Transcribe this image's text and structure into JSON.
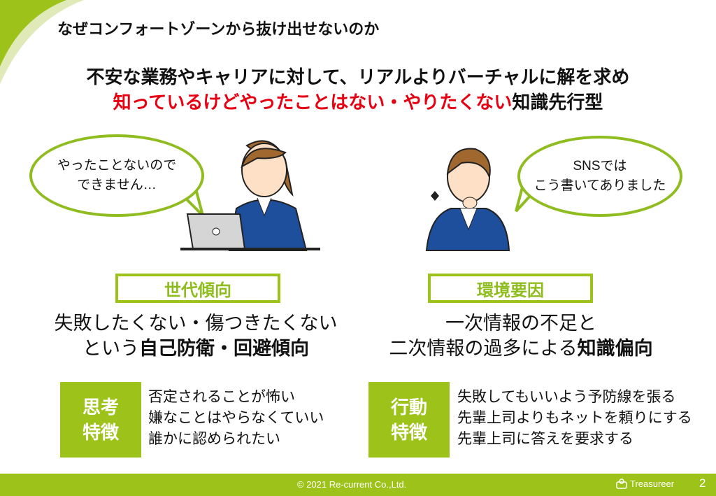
{
  "title": "なぜコンフォートゾーンから抜け出せないのか",
  "heading": {
    "line1": "不安な業務やキャリアに対して、リアルよりバーチャルに解を求め",
    "line2_red": "知っているけどやったことはない・やりたくない",
    "line2_black": "知識先行型"
  },
  "left": {
    "bubble": [
      "やったことないので",
      "できません…"
    ],
    "label": "世代傾向",
    "desc_line1": "失敗したくない・傷つきたくない",
    "desc_line2_plain": "という",
    "desc_line2_bold": "自己防衛・回避傾向",
    "badge": [
      "思考",
      "特徴"
    ],
    "items": [
      "否定されることが怖い",
      "嫌なことはやらなくていい",
      "誰かに認められたい"
    ]
  },
  "right": {
    "bubble": [
      "SNSでは",
      "こう書いてありました"
    ],
    "label": "環境要因",
    "desc_line1": "一次情報の不足と",
    "desc_line2_plain": "二次情報の過多による",
    "desc_line2_bold": "知識偏向",
    "badge": [
      "行動",
      "特徴"
    ],
    "items": [
      "失敗してもいいよう予防線を張る",
      "先輩上司よりもネットを頼りにする",
      "先輩上司に答えを要求する"
    ]
  },
  "footer": {
    "copyright": "© 2021 Re-current Co.,Ltd.",
    "brand": "Treasureer",
    "page": "2"
  },
  "colors": {
    "accent": "#9dc31a",
    "red": "#e60012"
  }
}
